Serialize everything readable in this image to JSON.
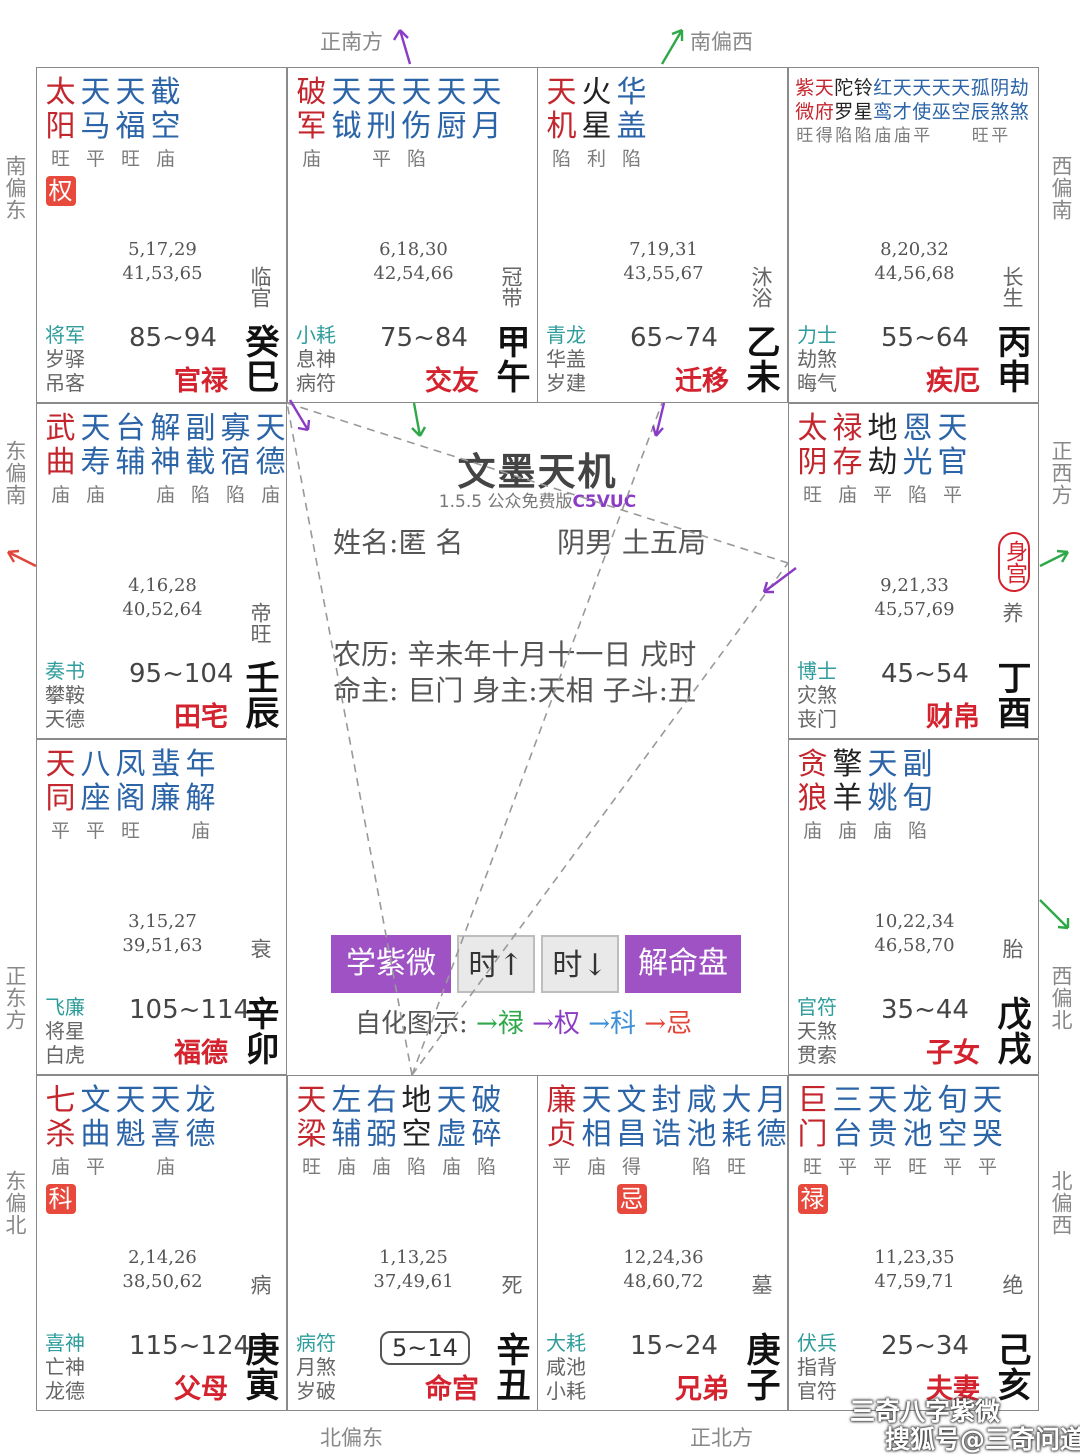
{
  "directions": {
    "top_left": "正南方",
    "top_right": "南偏西",
    "bottom_left": "北偏东",
    "bottom_right": "正北方",
    "left_1": "南偏东",
    "left_2": "东偏南",
    "left_3": "正东方",
    "left_4": "东偏北",
    "right_1": "西偏南",
    "right_2": "正西方",
    "right_3": "西偏北",
    "right_4": "北偏西"
  },
  "center": {
    "title": "文墨天机",
    "version": "1.5.5 公众免费版",
    "version_code": "C5VUC",
    "name_label": "姓名:",
    "name_value": "匿 名",
    "gender_ju": "阴男 土五局",
    "lunar": "农历: 辛未年十月十一日 戌时",
    "ming_zhu": "命主: 巨门 身主:天相 子斗:丑",
    "buttons": [
      "学紫微",
      "时↑",
      "时↓",
      "解命盘"
    ],
    "legend_label": "自化图示:",
    "legend_items": [
      "禄",
      "权",
      "科",
      "忌"
    ],
    "legend_arrow": "→"
  },
  "watermark": {
    "line1": "三奇八字紫微",
    "line2": "搜狐号@三奇问道"
  },
  "palaces": [
    {
      "id": "si",
      "stars": [
        {
          "c": "太阳",
          "k": "r",
          "b": "旺"
        },
        {
          "c": "天马",
          "k": "b",
          "b": "平"
        },
        {
          "c": "天福",
          "k": "b",
          "b": "旺"
        },
        {
          "c": "截空",
          "k": "b",
          "b": "庙"
        }
      ],
      "badge": "权",
      "nums": [
        "5,17,29",
        "41,53,65"
      ],
      "small": [
        "将军",
        "岁驿",
        "吊客"
      ],
      "age": "85~94",
      "phase": "临官",
      "palace": "官禄",
      "gz": "癸巳"
    },
    {
      "id": "wu",
      "stars": [
        {
          "c": "破军",
          "k": "r",
          "b": "庙"
        },
        {
          "c": "天钺",
          "k": "b",
          "b": ""
        },
        {
          "c": "天刑",
          "k": "b",
          "b": "平"
        },
        {
          "c": "天伤",
          "k": "b",
          "b": "陷"
        },
        {
          "c": "天厨",
          "k": "b",
          "b": ""
        },
        {
          "c": "天月",
          "k": "b",
          "b": ""
        }
      ],
      "nums": [
        "6,18,30",
        "42,54,66"
      ],
      "small": [
        "小耗",
        "息神",
        "病符"
      ],
      "age": "75~84",
      "phase": "冠带",
      "palace": "交友",
      "gz": "甲午"
    },
    {
      "id": "wei",
      "stars": [
        {
          "c": "天机",
          "k": "r",
          "b": "陷"
        },
        {
          "c": "火星",
          "k": "d",
          "b": "利"
        },
        {
          "c": "华盖",
          "k": "b",
          "b": "陷"
        }
      ],
      "nums": [
        "7,19,31",
        "43,55,67"
      ],
      "small": [
        "青龙",
        "华盖",
        "岁建"
      ],
      "age": "65~74",
      "phase": "沐浴",
      "palace": "迁移",
      "gz": "乙未"
    },
    {
      "id": "shen",
      "small_stars": true,
      "stars": [
        {
          "c": "紫微",
          "k": "r",
          "b": "旺"
        },
        {
          "c": "天府",
          "k": "r",
          "b": "得"
        },
        {
          "c": "陀罗",
          "k": "d",
          "b": "陷"
        },
        {
          "c": "铃星",
          "k": "d",
          "b": "陷"
        },
        {
          "c": "红鸾",
          "k": "b",
          "b": "庙"
        },
        {
          "c": "天才",
          "k": "b",
          "b": "庙"
        },
        {
          "c": "天使",
          "k": "b",
          "b": "平"
        },
        {
          "c": "天巫",
          "k": "b",
          "b": ""
        },
        {
          "c": "天空",
          "k": "b",
          "b": ""
        },
        {
          "c": "孤辰",
          "k": "b",
          "b": "旺"
        },
        {
          "c": "阴煞",
          "k": "b",
          "b": "平"
        },
        {
          "c": "劫煞",
          "k": "b",
          "b": ""
        }
      ],
      "nums": [
        "8,20,32",
        "44,56,68"
      ],
      "small": [
        "力士",
        "劫煞",
        "晦气"
      ],
      "age": "55~64",
      "phase": "长生",
      "palace": "疾厄",
      "gz": "丙申"
    },
    {
      "id": "chen",
      "stars": [
        {
          "c": "武曲",
          "k": "r",
          "b": "庙"
        },
        {
          "c": "天寿",
          "k": "b",
          "b": "庙"
        },
        {
          "c": "台辅",
          "k": "b",
          "b": ""
        },
        {
          "c": "解神",
          "k": "b",
          "b": "庙"
        },
        {
          "c": "副截",
          "k": "b",
          "b": "陷"
        },
        {
          "c": "寡宿",
          "k": "b",
          "b": "陷"
        },
        {
          "c": "天德",
          "k": "b",
          "b": "庙"
        }
      ],
      "nums": [
        "4,16,28",
        "40,52,64"
      ],
      "small": [
        "奏书",
        "攀鞍",
        "天德"
      ],
      "age": "95~104",
      "phase": "帝旺",
      "palace": "田宅",
      "gz": "壬辰"
    },
    {
      "id": "you",
      "stars": [
        {
          "c": "太阴",
          "k": "r",
          "b": "旺"
        },
        {
          "c": "禄存",
          "k": "r",
          "b": "庙"
        },
        {
          "c": "地劫",
          "k": "d",
          "b": "平"
        },
        {
          "c": "恩光",
          "k": "b",
          "b": "陷"
        },
        {
          "c": "天官",
          "k": "b",
          "b": "平"
        }
      ],
      "shen_gong": "身宫",
      "nums": [
        "9,21,33",
        "45,57,69"
      ],
      "small": [
        "博士",
        "灾煞",
        "丧门"
      ],
      "age": "45~54",
      "phase": "养",
      "palace": "财帛",
      "gz": "丁酉"
    },
    {
      "id": "mao",
      "stars": [
        {
          "c": "天同",
          "k": "r",
          "b": "平"
        },
        {
          "c": "八座",
          "k": "b",
          "b": "平"
        },
        {
          "c": "凤阁",
          "k": "b",
          "b": "旺"
        },
        {
          "c": "蜚廉",
          "k": "b",
          "b": ""
        },
        {
          "c": "年解",
          "k": "b",
          "b": "庙"
        }
      ],
      "nums": [
        "3,15,27",
        "39,51,63"
      ],
      "small": [
        "飞廉",
        "将星",
        "白虎"
      ],
      "age": "105~114",
      "phase": "衰",
      "palace": "福德",
      "gz": "辛卯"
    },
    {
      "id": "xu",
      "stars": [
        {
          "c": "贪狼",
          "k": "r",
          "b": "庙"
        },
        {
          "c": "擎羊",
          "k": "d",
          "b": "庙"
        },
        {
          "c": "天姚",
          "k": "b",
          "b": "庙"
        },
        {
          "c": "副旬",
          "k": "b",
          "b": "陷"
        }
      ],
      "nums": [
        "10,22,34",
        "46,58,70"
      ],
      "small": [
        "官符",
        "天煞",
        "贯索"
      ],
      "age": "35~44",
      "phase": "胎",
      "palace": "子女",
      "gz": "戊戌"
    },
    {
      "id": "yin",
      "stars": [
        {
          "c": "七杀",
          "k": "r",
          "b": "庙"
        },
        {
          "c": "文曲",
          "k": "b",
          "b": "平"
        },
        {
          "c": "天魁",
          "k": "b",
          "b": ""
        },
        {
          "c": "天喜",
          "k": "b",
          "b": "庙"
        },
        {
          "c": "龙德",
          "k": "b",
          "b": ""
        }
      ],
      "badge": "科",
      "nums": [
        "2,14,26",
        "38,50,62"
      ],
      "small": [
        "喜神",
        "亡神",
        "龙德"
      ],
      "age": "115~124",
      "phase": "病",
      "palace": "父母",
      "gz": "庚寅"
    },
    {
      "id": "chou",
      "stars": [
        {
          "c": "天梁",
          "k": "r",
          "b": "旺"
        },
        {
          "c": "左辅",
          "k": "b",
          "b": "庙"
        },
        {
          "c": "右弼",
          "k": "b",
          "b": "庙"
        },
        {
          "c": "地空",
          "k": "d",
          "b": "陷"
        },
        {
          "c": "天虚",
          "k": "b",
          "b": "庙"
        },
        {
          "c": "破碎",
          "k": "b",
          "b": "陷"
        }
      ],
      "nums": [
        "1,13,25",
        "37,49,61"
      ],
      "small": [
        "病符",
        "月煞",
        "岁破"
      ],
      "age": "5~14",
      "age_ring": true,
      "phase": "死",
      "palace": "命宫",
      "gz": "辛丑"
    },
    {
      "id": "zi",
      "stars": [
        {
          "c": "廉贞",
          "k": "r",
          "b": "平"
        },
        {
          "c": "天相",
          "k": "b",
          "b": "庙"
        },
        {
          "c": "文昌",
          "k": "b",
          "b": "得"
        },
        {
          "c": "封诰",
          "k": "b",
          "b": ""
        },
        {
          "c": "咸池",
          "k": "b",
          "b": "陷"
        },
        {
          "c": "大耗",
          "k": "b",
          "b": "旺"
        },
        {
          "c": "月德",
          "k": "b",
          "b": ""
        }
      ],
      "badge": "忌",
      "badge_col": 2,
      "nums": [
        "12,24,36",
        "48,60,72"
      ],
      "small": [
        "大耗",
        "咸池",
        "小耗"
      ],
      "age": "15~24",
      "phase": "墓",
      "palace": "兄弟",
      "gz": "庚子"
    },
    {
      "id": "hai",
      "stars": [
        {
          "c": "巨门",
          "k": "r",
          "b": "旺"
        },
        {
          "c": "三台",
          "k": "b",
          "b": "平"
        },
        {
          "c": "天贵",
          "k": "b",
          "b": "平"
        },
        {
          "c": "龙池",
          "k": "b",
          "b": "旺"
        },
        {
          "c": "旬空",
          "k": "b",
          "b": "平"
        },
        {
          "c": "天哭",
          "k": "b",
          "b": "平"
        }
      ],
      "badge": "禄",
      "nums": [
        "11,23,35",
        "47,59,71"
      ],
      "small": [
        "伏兵",
        "指背",
        "官符"
      ],
      "age": "25~34",
      "phase": "绝",
      "palace": "夫妻",
      "gz": "己亥"
    }
  ],
  "colors": {
    "star_main": "#c4262e",
    "star_minor": "#2c64a8",
    "palace_label": "#d4232e",
    "accent_purple": "#9e52c4",
    "badge": "#e74a3c"
  }
}
